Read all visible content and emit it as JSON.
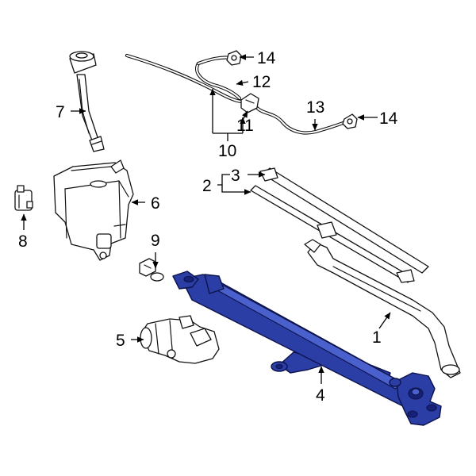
{
  "diagram": {
    "callouts": {
      "c1": "1",
      "c2": "2",
      "c3": "3",
      "c4": "4",
      "c5": "5",
      "c6": "6",
      "c7": "7",
      "c8": "8",
      "c9": "9",
      "c10": "10",
      "c11": "11",
      "c12": "12",
      "c13": "13",
      "c14a": "14",
      "c14b": "14"
    },
    "highlight_color": "#2b3ea6"
  }
}
